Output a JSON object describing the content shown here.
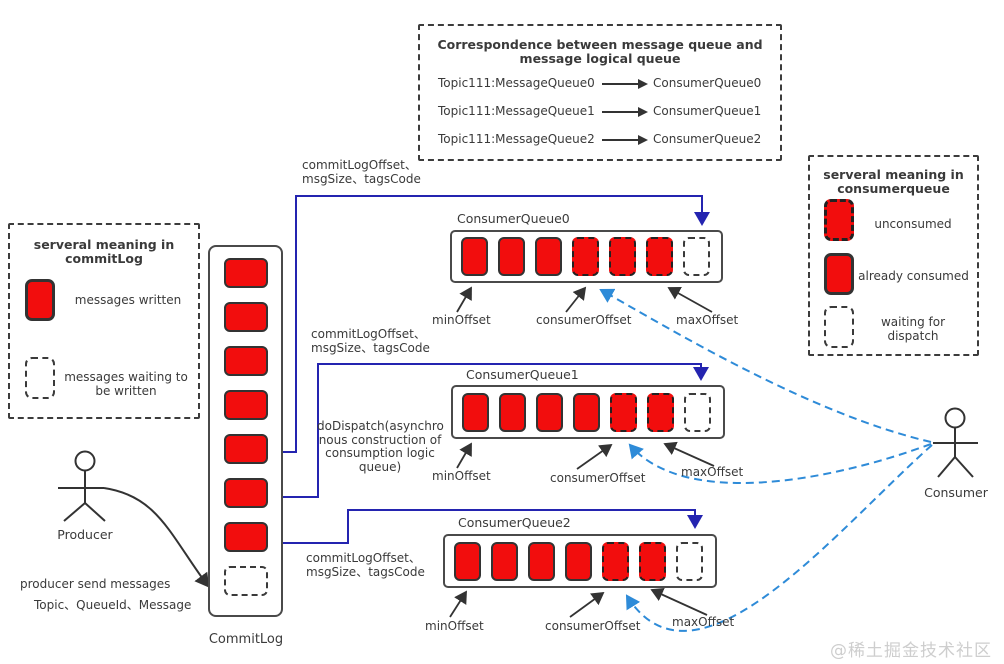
{
  "colors": {
    "red": "#f20d0d",
    "navy": "#2424b0",
    "blue": "#2e8bd8",
    "ink": "#333333"
  },
  "watermark": "@稀土掘金技术社区",
  "correspondence": {
    "title": "Correspondence between message queue and\nmessage logical queue",
    "rows": [
      {
        "from": "Topic111:MessageQueue0",
        "to": "ConsumerQueue0"
      },
      {
        "from": "Topic111:MessageQueue1",
        "to": "ConsumerQueue1"
      },
      {
        "from": "Topic111:MessageQueue2",
        "to": "ConsumerQueue2"
      }
    ]
  },
  "commitlog_legend": {
    "title": "serveral meaning in\ncommitLog",
    "items": [
      {
        "label": "messages written"
      },
      {
        "label": "messages waiting to\nbe written"
      }
    ]
  },
  "consumer_legend": {
    "title": "serveral meaning in\nconsumerqueue",
    "items": [
      {
        "label": "unconsumed"
      },
      {
        "label": "already consumed"
      },
      {
        "label": "waiting for\ndispatch"
      }
    ]
  },
  "commitlog": {
    "label": "CommitLog",
    "slots": [
      "written",
      "written",
      "written",
      "written",
      "written",
      "written",
      "written",
      "waiting"
    ]
  },
  "queues": [
    {
      "title": "ConsumerQueue0",
      "slots": [
        "consumed",
        "consumed",
        "consumed",
        "unconsumed",
        "unconsumed",
        "unconsumed",
        "waiting"
      ],
      "min": "minOffset",
      "consumer": "consumerOffset",
      "max": "maxOffset"
    },
    {
      "title": "ConsumerQueue1",
      "slots": [
        "consumed",
        "consumed",
        "consumed",
        "consumed",
        "unconsumed",
        "unconsumed",
        "waiting"
      ],
      "min": "minOffset",
      "consumer": "consumerOffset",
      "max": "maxOffset"
    },
    {
      "title": "ConsumerQueue2",
      "slots": [
        "consumed",
        "consumed",
        "consumed",
        "consumed",
        "unconsumed",
        "unconsumed",
        "waiting"
      ],
      "min": "minOffset",
      "consumer": "consumerOffset",
      "max": "maxOffset"
    }
  ],
  "edge_labels": {
    "q0": "commitLogOffset、\nmsgSize、tagsCode",
    "q1": "commitLogOffset、\nmsgSize、tagsCode",
    "q2": "commitLogOffset、\nmsgSize、tagsCode",
    "dodispatch": "doDispatch(asynchro\nnous construction of\nconsumption logic\nqueue)"
  },
  "actors": {
    "producer": {
      "label": "Producer",
      "note1": "producer send messages",
      "note2": "Topic、QueueId、Message"
    },
    "consumer": {
      "label": "Consumer"
    }
  }
}
